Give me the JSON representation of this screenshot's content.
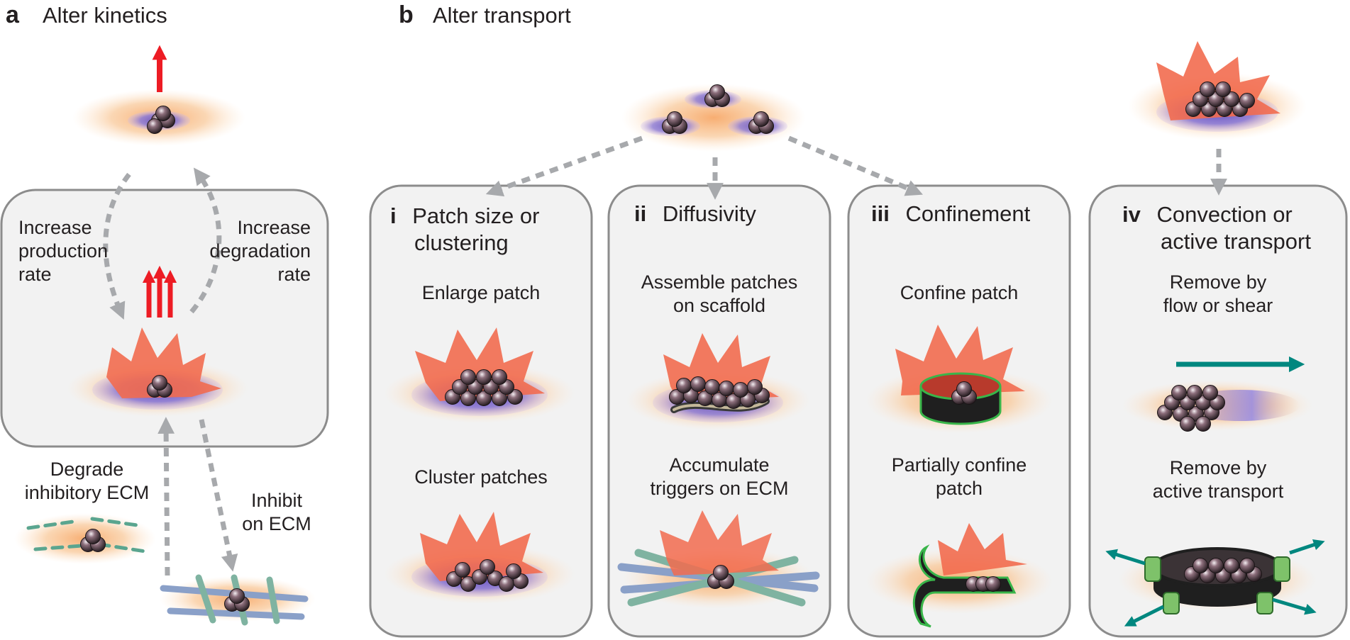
{
  "panel_a": {
    "letter": "a",
    "title": "Alter kinetics",
    "label_production": [
      "Increase",
      "production",
      "rate"
    ],
    "label_degradation": [
      "Increase",
      "degradation",
      "rate"
    ],
    "label_degrade_ecm": [
      "Degrade",
      "inhibitory ECM"
    ],
    "label_inhibit_ecm": [
      "Inhibit",
      "on ECM"
    ]
  },
  "panel_b": {
    "letter": "b",
    "title": "Alter transport",
    "cards": [
      {
        "numeral": "i",
        "title": [
          "Patch size or",
          "clustering"
        ],
        "top_label": [
          "Enlarge patch"
        ],
        "bottom_label": [
          "Cluster patches"
        ]
      },
      {
        "numeral": "ii",
        "title": [
          "Diffusivity"
        ],
        "top_label": [
          "Assemble patches",
          "on scaffold"
        ],
        "bottom_label": [
          "Accumulate",
          "triggers on ECM"
        ]
      },
      {
        "numeral": "iii",
        "title": [
          "Confinement"
        ],
        "top_label": [
          "Confine patch"
        ],
        "bottom_label": [
          "Partially confine",
          "patch"
        ]
      },
      {
        "numeral": "iv",
        "title": [
          "Convection or",
          "active transport"
        ],
        "top_label": [
          "Remove by",
          "flow or shear"
        ],
        "bottom_label": [
          "Remove by",
          "active transport"
        ]
      }
    ]
  },
  "colors": {
    "halo": "#f9c99a",
    "inner_halo": "#8a7ad8",
    "burst": "#f26b4f",
    "red_arrow": "#ed1c24",
    "gray_arrow": "#a7a9ac",
    "teal_arrow": "#00877f",
    "card_border": "#8c8c8c",
    "confinement_ring": "#1f1f1f",
    "confinement_rim": "#39b54a"
  }
}
